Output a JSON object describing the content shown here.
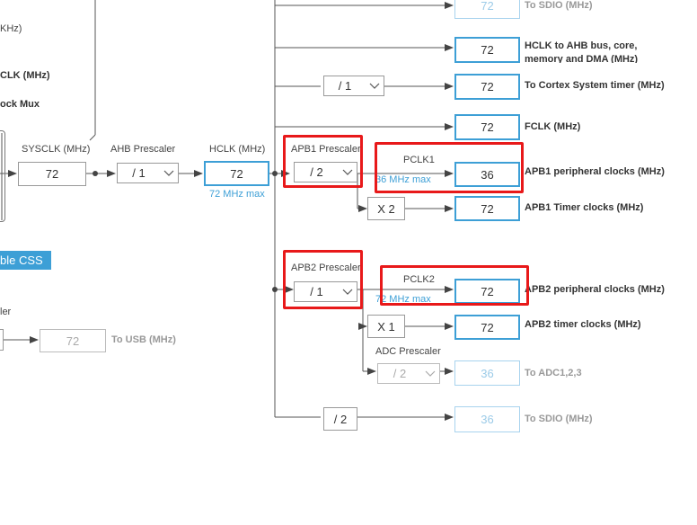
{
  "left": {
    "khz": "KHz)",
    "clk_mhz": "CLK (MHz)",
    "clock_mux": "ock Mux",
    "css_button": "ble CSS",
    "usb_prescaler": "ler",
    "usb_value": "72",
    "to_usb": "To USB (MHz)"
  },
  "sysclk": {
    "label": "SYSCLK (MHz)",
    "value": "72"
  },
  "ahb": {
    "label": "AHB Prescaler",
    "selected": "/ 1"
  },
  "hclk": {
    "label": "HCLK (MHz)",
    "value": "72",
    "max": "72 MHz max"
  },
  "top_sdio": {
    "value": "72",
    "label": "To SDIO (MHz)"
  },
  "hclk_ahb": {
    "value": "72",
    "label": "HCLK to AHB bus, core, memory and DMA (MHz)"
  },
  "cortex": {
    "divider": "/ 1",
    "value": "72",
    "label": "To Cortex System timer (MHz)"
  },
  "fclk": {
    "value": "72",
    "label": "FCLK (MHz)"
  },
  "apb1": {
    "label": "APB1 Prescaler",
    "selected": "/ 2",
    "pclk": "PCLK1",
    "max": "36 MHz max",
    "value": "36",
    "periph_label": "APB1 peripheral clocks (MHz)",
    "timer_mult": "X 2",
    "timer_value": "72",
    "timer_label": "APB1 Timer clocks (MHz)"
  },
  "apb2": {
    "label": "APB2 Prescaler",
    "selected": "/ 1",
    "pclk": "PCLK2",
    "max": "72 MHz max",
    "value": "72",
    "periph_label": "APB2 peripheral clocks (MHz)",
    "timer_mult": "X 1",
    "timer_value": "72",
    "timer_label": "APB2 timer clocks (MHz)"
  },
  "adc": {
    "label": "ADC Prescaler",
    "selected": "/ 2",
    "value": "36",
    "to_label": "To ADC1,2,3"
  },
  "bottom_sdio": {
    "divider": "/ 2",
    "value": "36",
    "label": "To SDIO (MHz)"
  },
  "colors": {
    "accent": "#3d9fd6",
    "highlight": "#e8191a",
    "wire": "#444444"
  }
}
